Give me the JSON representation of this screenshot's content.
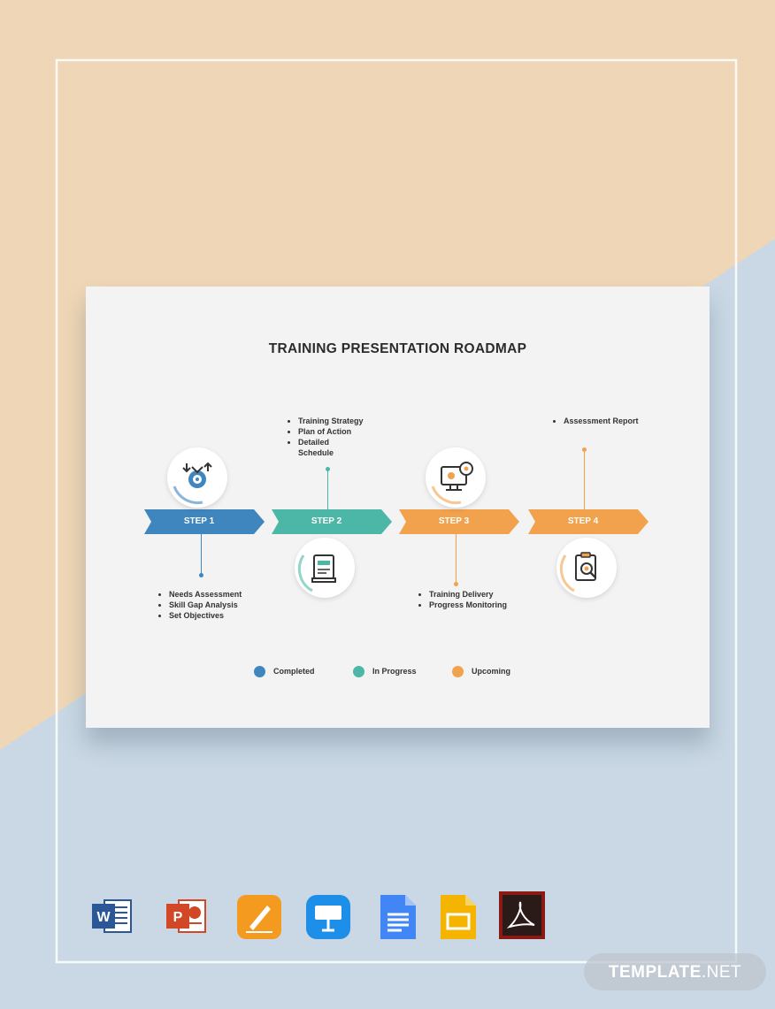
{
  "colors": {
    "background_peach": "#eed6b6",
    "background_blue": "#c9d8e4",
    "frame_line": "#ffffff",
    "card": "#f3f3f3",
    "step_completed": "#3f86bf",
    "step_in_progress": "#4cb7a7",
    "step_upcoming": "#f2a24c"
  },
  "slide": {
    "title": "TRAINING PRESENTATION ROADMAP",
    "steps": [
      {
        "label": "STEP 1",
        "status": "completed",
        "icon": "target-arrows-icon",
        "bullets": [
          "Needs Assessment",
          "Skill Gap Analysis",
          "Set Objectives"
        ]
      },
      {
        "label": "STEP 2",
        "status": "in-progress",
        "icon": "document-scroll-icon",
        "bullets": [
          "Training Strategy",
          "Plan of Action",
          "Detailed Schedule"
        ]
      },
      {
        "label": "STEP 3",
        "status": "upcoming",
        "icon": "monitor-gear-icon",
        "bullets": [
          "Training Delivery",
          "Progress Monitoring"
        ]
      },
      {
        "label": "STEP 4",
        "status": "upcoming",
        "icon": "clipboard-search-icon",
        "bullets": [
          "Assessment Report"
        ]
      }
    ],
    "legend": [
      {
        "label": "Completed",
        "color": "#3f86bf"
      },
      {
        "label": "In Progress",
        "color": "#4cb7a7"
      },
      {
        "label": "Upcoming",
        "color": "#f2a24c"
      }
    ]
  },
  "app_icons": [
    {
      "name": "word-icon",
      "letter": "W",
      "color": "#2b5797"
    },
    {
      "name": "powerpoint-icon",
      "letter": "P",
      "color": "#d24726"
    },
    {
      "name": "pages-icon",
      "color": "#f39a1f"
    },
    {
      "name": "keynote-icon",
      "color": "#1d8fe8"
    },
    {
      "name": "google-docs-icon",
      "color": "#4285f4"
    },
    {
      "name": "google-slides-icon",
      "color": "#f4b400"
    },
    {
      "name": "acrobat-icon",
      "color": "#8b1a14"
    }
  ],
  "watermark": {
    "brand": "TEMPLATE",
    "suffix": ".NET"
  }
}
